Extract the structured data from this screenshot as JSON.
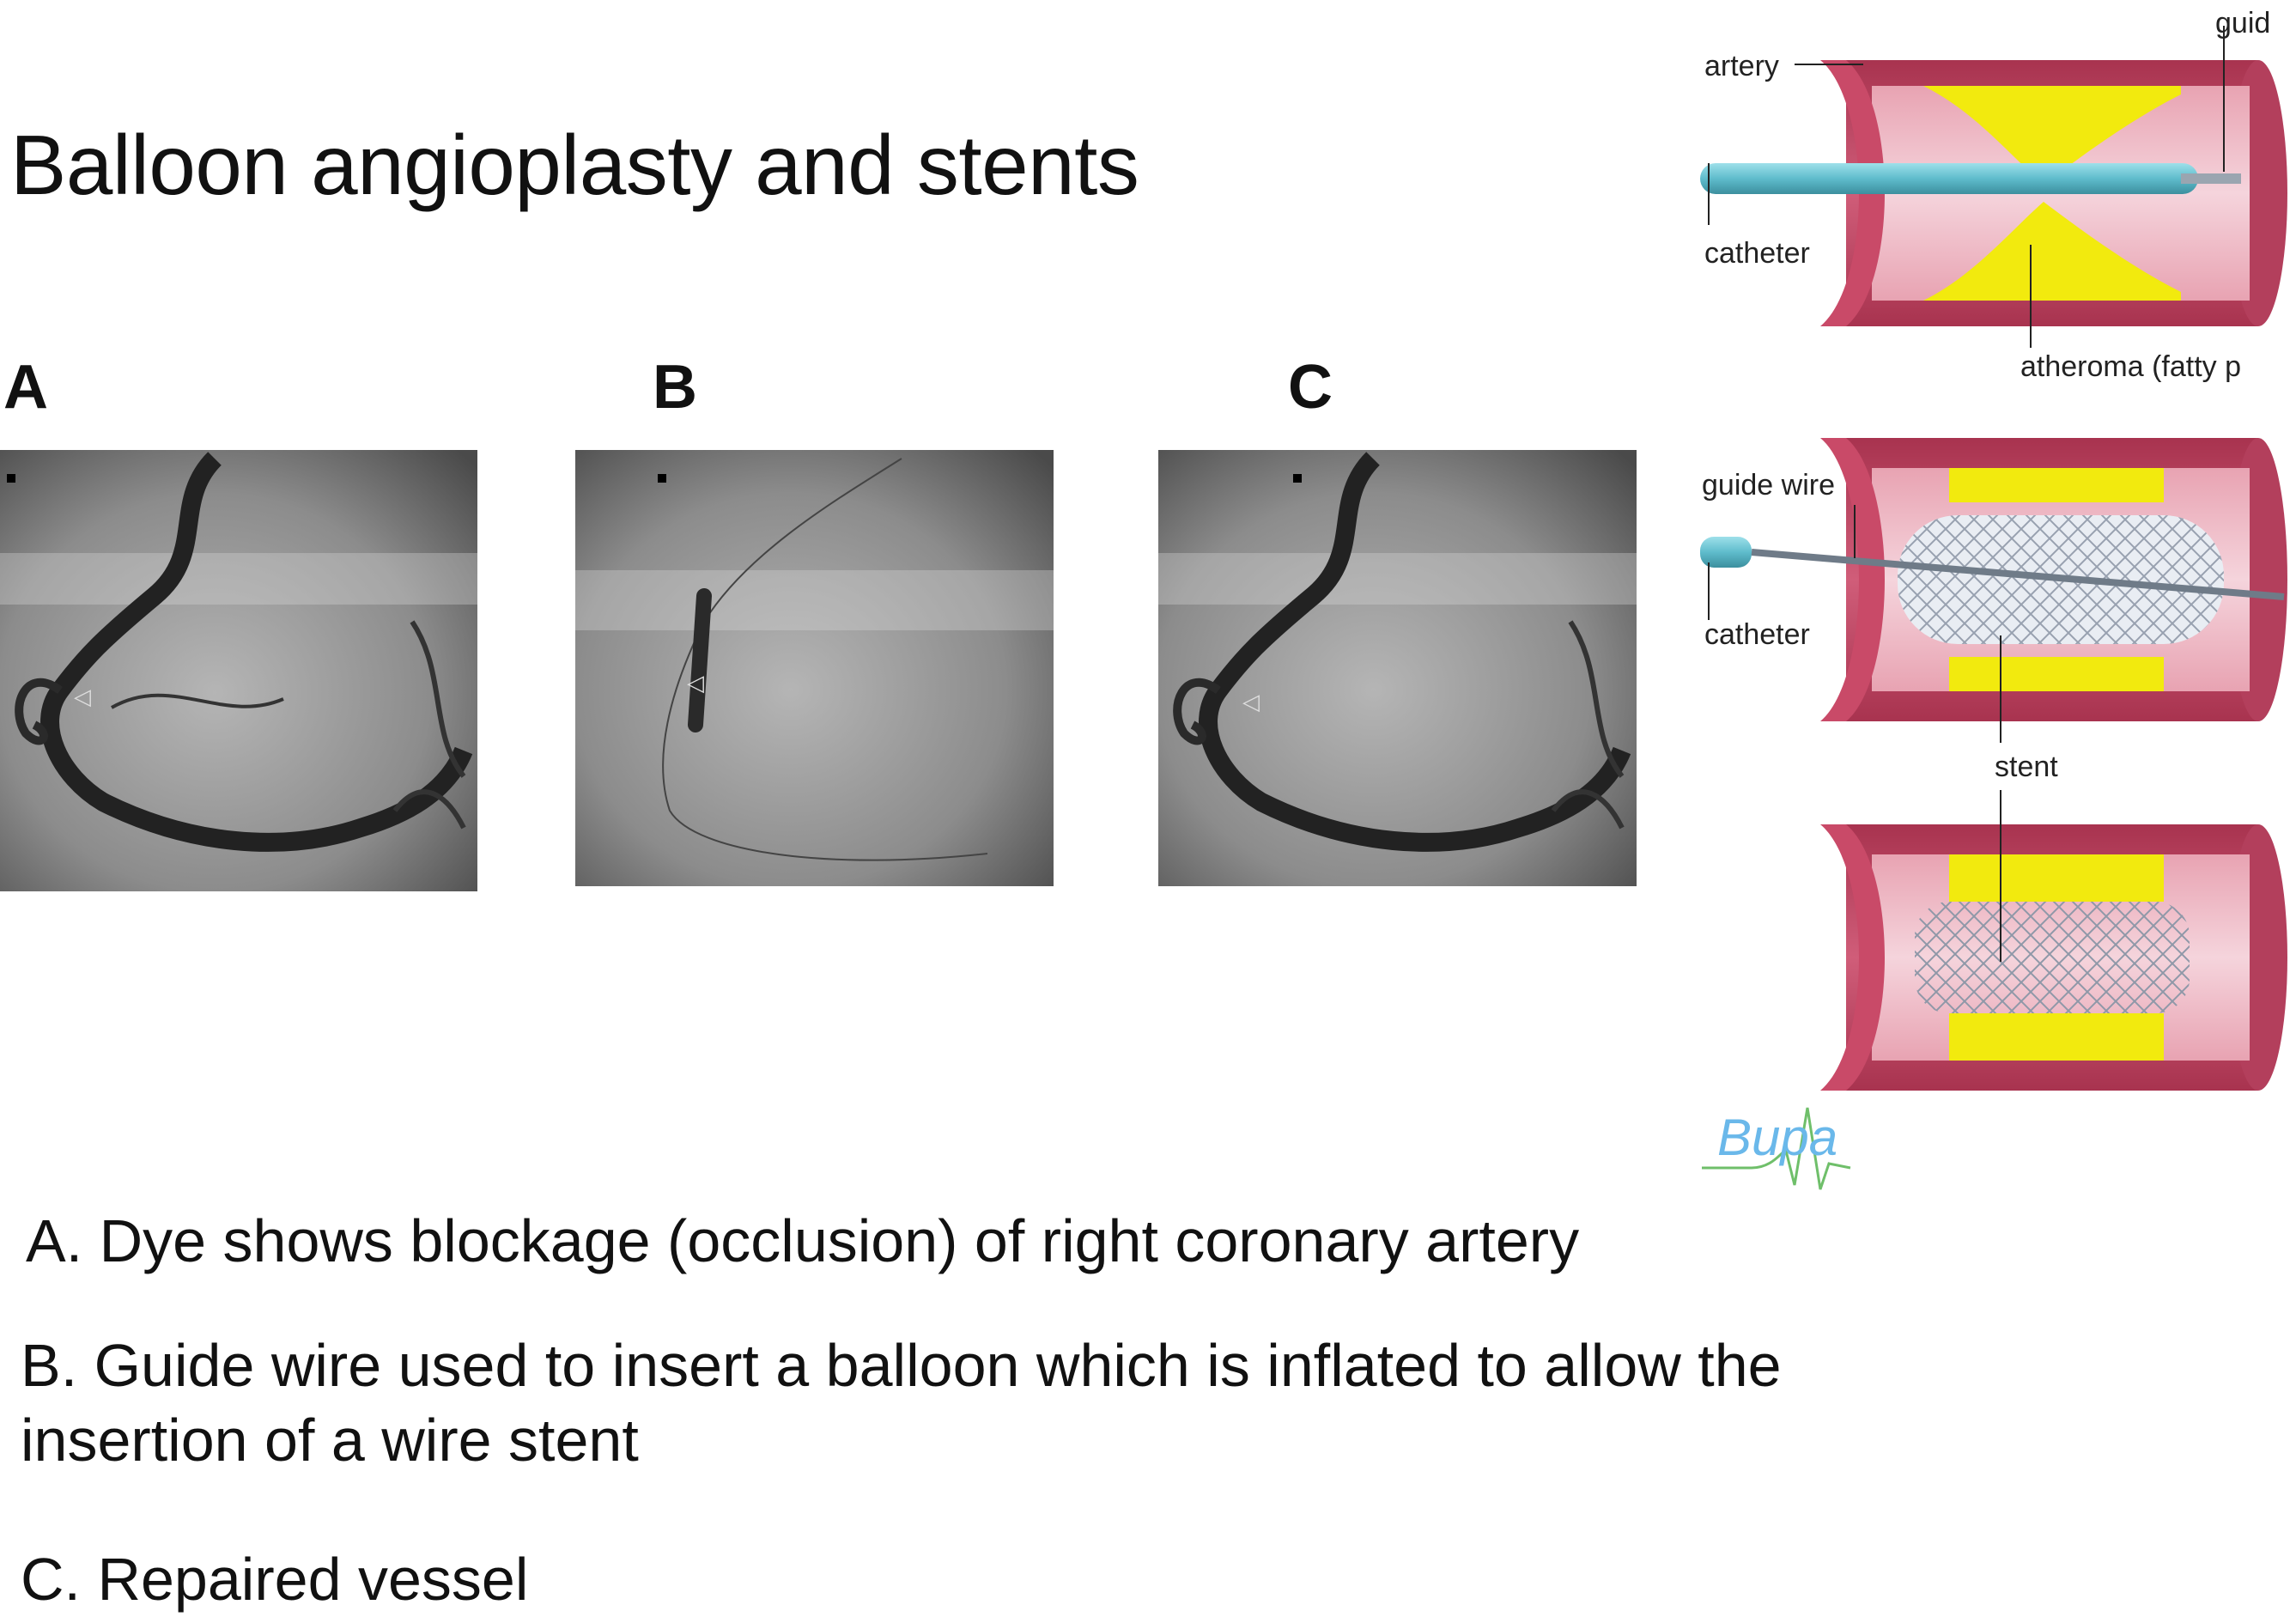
{
  "title": "Balloon angioplasty and stents",
  "panels": [
    {
      "label": "A"
    },
    {
      "label": "B"
    },
    {
      "label": "C"
    }
  ],
  "diagram": {
    "label_artery": "artery",
    "label_guide_top": "guid",
    "label_catheter_top": "catheter",
    "label_atheroma": "atheroma (fatty p",
    "label_guide_wire": "guide wire",
    "label_catheter_mid": "catheter",
    "label_stent": "stent",
    "logo_text": "Bupa",
    "colors": {
      "artery_wall": "#c94a68",
      "atheroma": "#f2ea0e",
      "catheter": "#6fc8d8",
      "stent": "#c8cdd6",
      "logo": "#6ab8ea"
    }
  },
  "captions": {
    "a": "A.  Dye shows blockage (occlusion) of right coronary artery",
    "b_line1": "B.  Guide wire used to insert a balloon which is inflated to allow the",
    "b_line2": "insertion of a wire stent",
    "c": "C.  Repaired vessel"
  }
}
